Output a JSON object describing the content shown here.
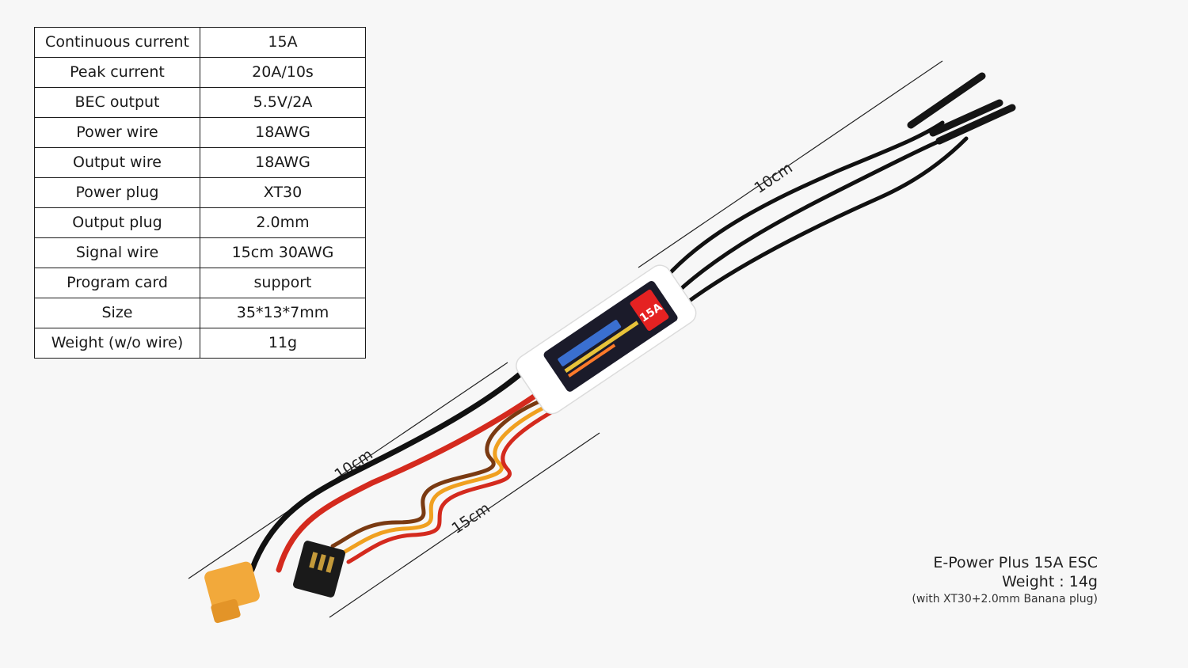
{
  "specs": [
    {
      "label": "Continuous current",
      "value": "15A"
    },
    {
      "label": "Peak current",
      "value": "20A/10s"
    },
    {
      "label": "BEC output",
      "value": "5.5V/2A"
    },
    {
      "label": "Power wire",
      "value": "18AWG"
    },
    {
      "label": "Output wire",
      "value": "18AWG"
    },
    {
      "label": "Power plug",
      "value": "XT30"
    },
    {
      "label": "Output plug",
      "value": "2.0mm"
    },
    {
      "label": "Signal wire",
      "value": "15cm 30AWG"
    },
    {
      "label": "Program card",
      "value": "support"
    },
    {
      "label": "Size",
      "value": "35*13*7mm"
    },
    {
      "label": "Weight (w/o wire)",
      "value": "11g"
    }
  ],
  "dimensions": {
    "output_wire_length": "10cm",
    "power_wire_length": "10cm",
    "signal_wire_length": "15cm"
  },
  "esc_label": {
    "rating": "15A"
  },
  "caption": {
    "line1": "E-Power Plus 15A ESC",
    "line2": "Weight : 14g",
    "line3": "(with XT30+2.0mm Banana plug)"
  },
  "colors": {
    "wire_black": "#111111",
    "wire_red": "#d42a1e",
    "signal_orange": "#f0a020",
    "signal_brown": "#7a3a12",
    "xt30_yellow": "#f2a93b",
    "esc_shell": "#ffffff",
    "label_dark": "#1b1b2a",
    "accent_red": "#e52222"
  }
}
